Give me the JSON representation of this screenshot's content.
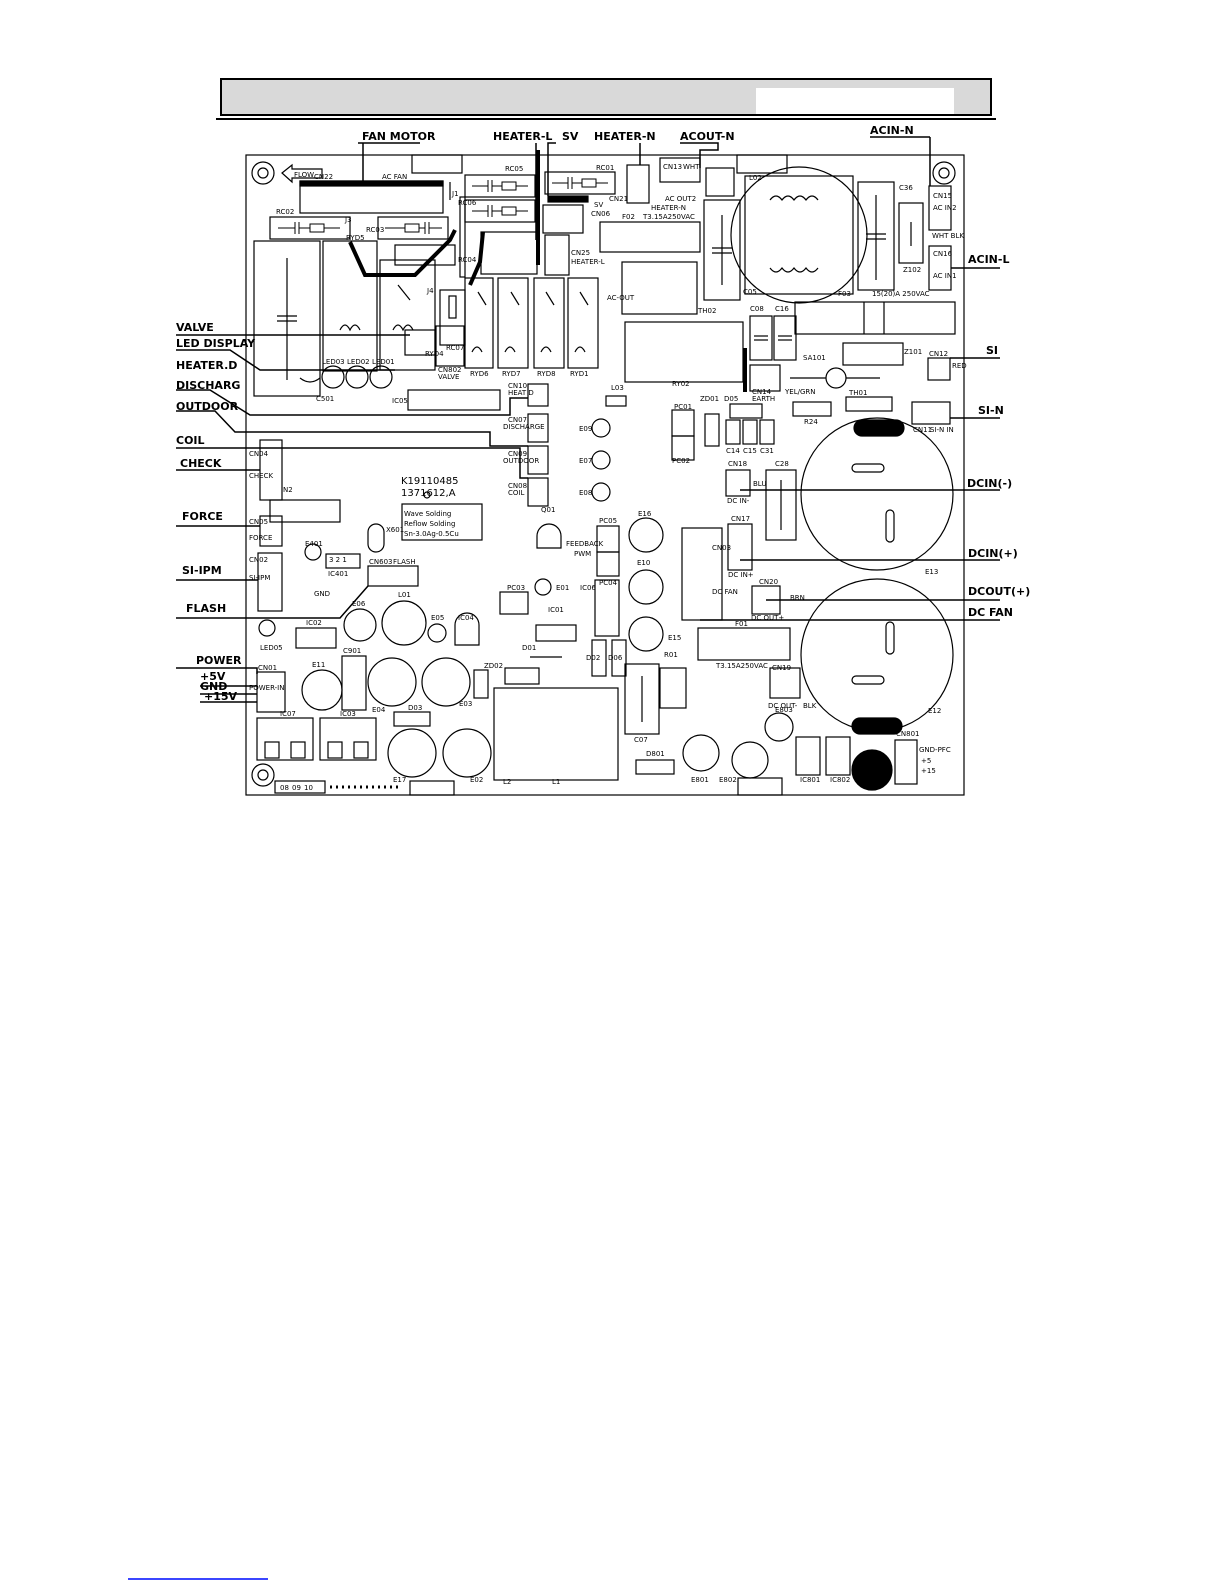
{
  "external_labels": {
    "fan_motor": "FAN MOTOR",
    "heater_l": "HEATER-L",
    "sv": "SV",
    "heater_n": "HEATER-N",
    "acout_n": "ACOUT-N",
    "acin_n": "ACIN-N",
    "acin_l": "ACIN-L",
    "si": "SI",
    "si_n": "SI-N",
    "dcin_minus": "DCIN(-)",
    "dcin_plus": "DCIN(+)",
    "dcout_plus": "DCOUT(+)",
    "dc_fan": "DC FAN",
    "valve": "VALVE",
    "led_display": "LED DISPLAY",
    "heater_d": "HEATER.D",
    "discharg": "DISCHARG",
    "outdoor": "OUTDOOR",
    "coil": "COIL",
    "check": "CHECK",
    "force": "FORCE",
    "si_ipm": "SI-IPM",
    "flash": "FLASH",
    "power": "POWER",
    "p5v": "+5V",
    "gnd": "GND",
    "p15v": "+15V"
  },
  "board": {
    "flow": "FLOW",
    "cn22": "CN22",
    "ac_fan": "AC FAN",
    "rc05": "RC05",
    "rc01": "RC01",
    "rc02": "RC02",
    "rc03": "RC03",
    "rc06": "RC06",
    "rc07": "RC07",
    "rc04": "RC04",
    "j1": "J1",
    "j3": "J3",
    "j4": "J4",
    "ryd5": "RYD5",
    "ryd4": "RYD4",
    "ryd6": "RYD6",
    "ryd7": "RYD7",
    "ryd8": "RYD8",
    "ryd1": "RYD1",
    "ry02": "RY02",
    "cn13": "CN13",
    "wht": "WHT",
    "ac_out2": "AC OUT2",
    "heater_n": "HEATER-N",
    "cn21": "CN21",
    "f02": "F02",
    "t315": "T3.15A250VAC",
    "sv": "SV",
    "cn06": "CN06",
    "cn25": "CN25",
    "heater_l": "HEATER-L",
    "l02": "L02",
    "c36": "C36",
    "z102": "Z102",
    "cn15": "CN15",
    "ac_in2": "AC IN2",
    "wht_blk": "WHT BLK",
    "cn16": "CN16",
    "ac_in1": "AC IN1",
    "f03": "F03",
    "f03_rating": "15(20)A 250VAC",
    "c05": "C05",
    "th02": "TH02",
    "c08": "C08",
    "c16": "C16",
    "ac_out": "AC-OUT",
    "z101": "Z101",
    "cn12": "CN12",
    "red": "RED",
    "sa101": "SA101",
    "cn14": "CN14",
    "earth": "EARTH",
    "yel_grn": "YEL/GRN",
    "th01": "TH01",
    "r24": "R24",
    "cn11": "CN11",
    "si_n_in": "SI-N IN",
    "cn802": "CN802",
    "valve": "VALVE",
    "led03": "LED03",
    "led02": "LED02",
    "led01": "LED01",
    "c501": "C501",
    "ic05": "IC05",
    "cn10": "CN10",
    "heat_d": "HEAT D",
    "cn07": "CN07",
    "discharge": "DISCHARGE",
    "cn09": "CN09",
    "outdoor": "OUTDOOR",
    "cn08": "CN08",
    "coil": "COIL",
    "l03": "L03",
    "e09": "E09",
    "e07": "E07",
    "e08": "E08",
    "pc01": "PC01",
    "pc02": "PC02",
    "zd01": "ZD01",
    "d05": "D05",
    "c14": "C14",
    "c15": "C15",
    "c31": "C31",
    "cn18": "CN18",
    "dc_in_minus": "DC IN-",
    "blu": "BLU",
    "c28": "C28",
    "e13": "E13",
    "cn04": "CN04",
    "check": "CHECK",
    "n2": "N2",
    "part_no": "K19110485",
    "rev": "1371612,A",
    "solder1": "Wave Solding",
    "solder2": "Reflow Solding",
    "solder3": "Sn-3.0Ag-0.5Cu",
    "cn05": "CN05",
    "force": "FORCE",
    "e401": "E401",
    "ic401": "IC401",
    "pins": "3 2 1",
    "x601": "X601",
    "cn603": "CN603",
    "flash": "FLASH",
    "cn02": "CN02",
    "si_ipm": "SI-IPM",
    "gnd_small": "GND",
    "q01": "Q01",
    "pc05": "PC05",
    "pc04": "PC04",
    "feedback": "FEEDBACK",
    "pwm": "PWM",
    "e16": "E16",
    "cn03": "CN03",
    "dc_fan": "DC FAN",
    "cn17": "CN17",
    "dc_in_plus": "DC IN+",
    "e10": "E10",
    "pc03": "PC03",
    "e01": "E01",
    "ic01": "IC01",
    "ic06": "IC06",
    "cn20": "CN20",
    "brn": "BRN",
    "dc_out_plus": "DC OUT+",
    "f01": "F01",
    "e06": "E06",
    "l01": "L01",
    "e05": "E05",
    "ic04": "IC04",
    "led05": "LED05",
    "ic02": "IC02",
    "d01": "D01",
    "d02": "D02",
    "d06": "D06",
    "e15": "E15",
    "r01": "R01",
    "e12": "E12",
    "cn01": "CN01",
    "power": "POWER-IN",
    "e11": "E11",
    "c901": "C901",
    "e04": "E04",
    "e03": "E03",
    "zd02": "ZD02",
    "c07": "C07",
    "cn19": "CN19",
    "dc_out_minus": "DC OUT-",
    "blk": "BLK",
    "ic07": "IC07",
    "ic03": "IC03",
    "d03": "D03",
    "e17": "E17",
    "e02": "E02",
    "l2": "L2",
    "l1": "L1",
    "d801": "D801",
    "e801": "E801",
    "e802": "E802",
    "e803": "E803",
    "ic801": "IC801",
    "ic802": "IC802",
    "cn801": "CN801",
    "gnd_pfc": "GND-PFC",
    "p5": "+5",
    "p15": "+15",
    "b08": "08",
    "b09": "09",
    "b10": "10"
  }
}
